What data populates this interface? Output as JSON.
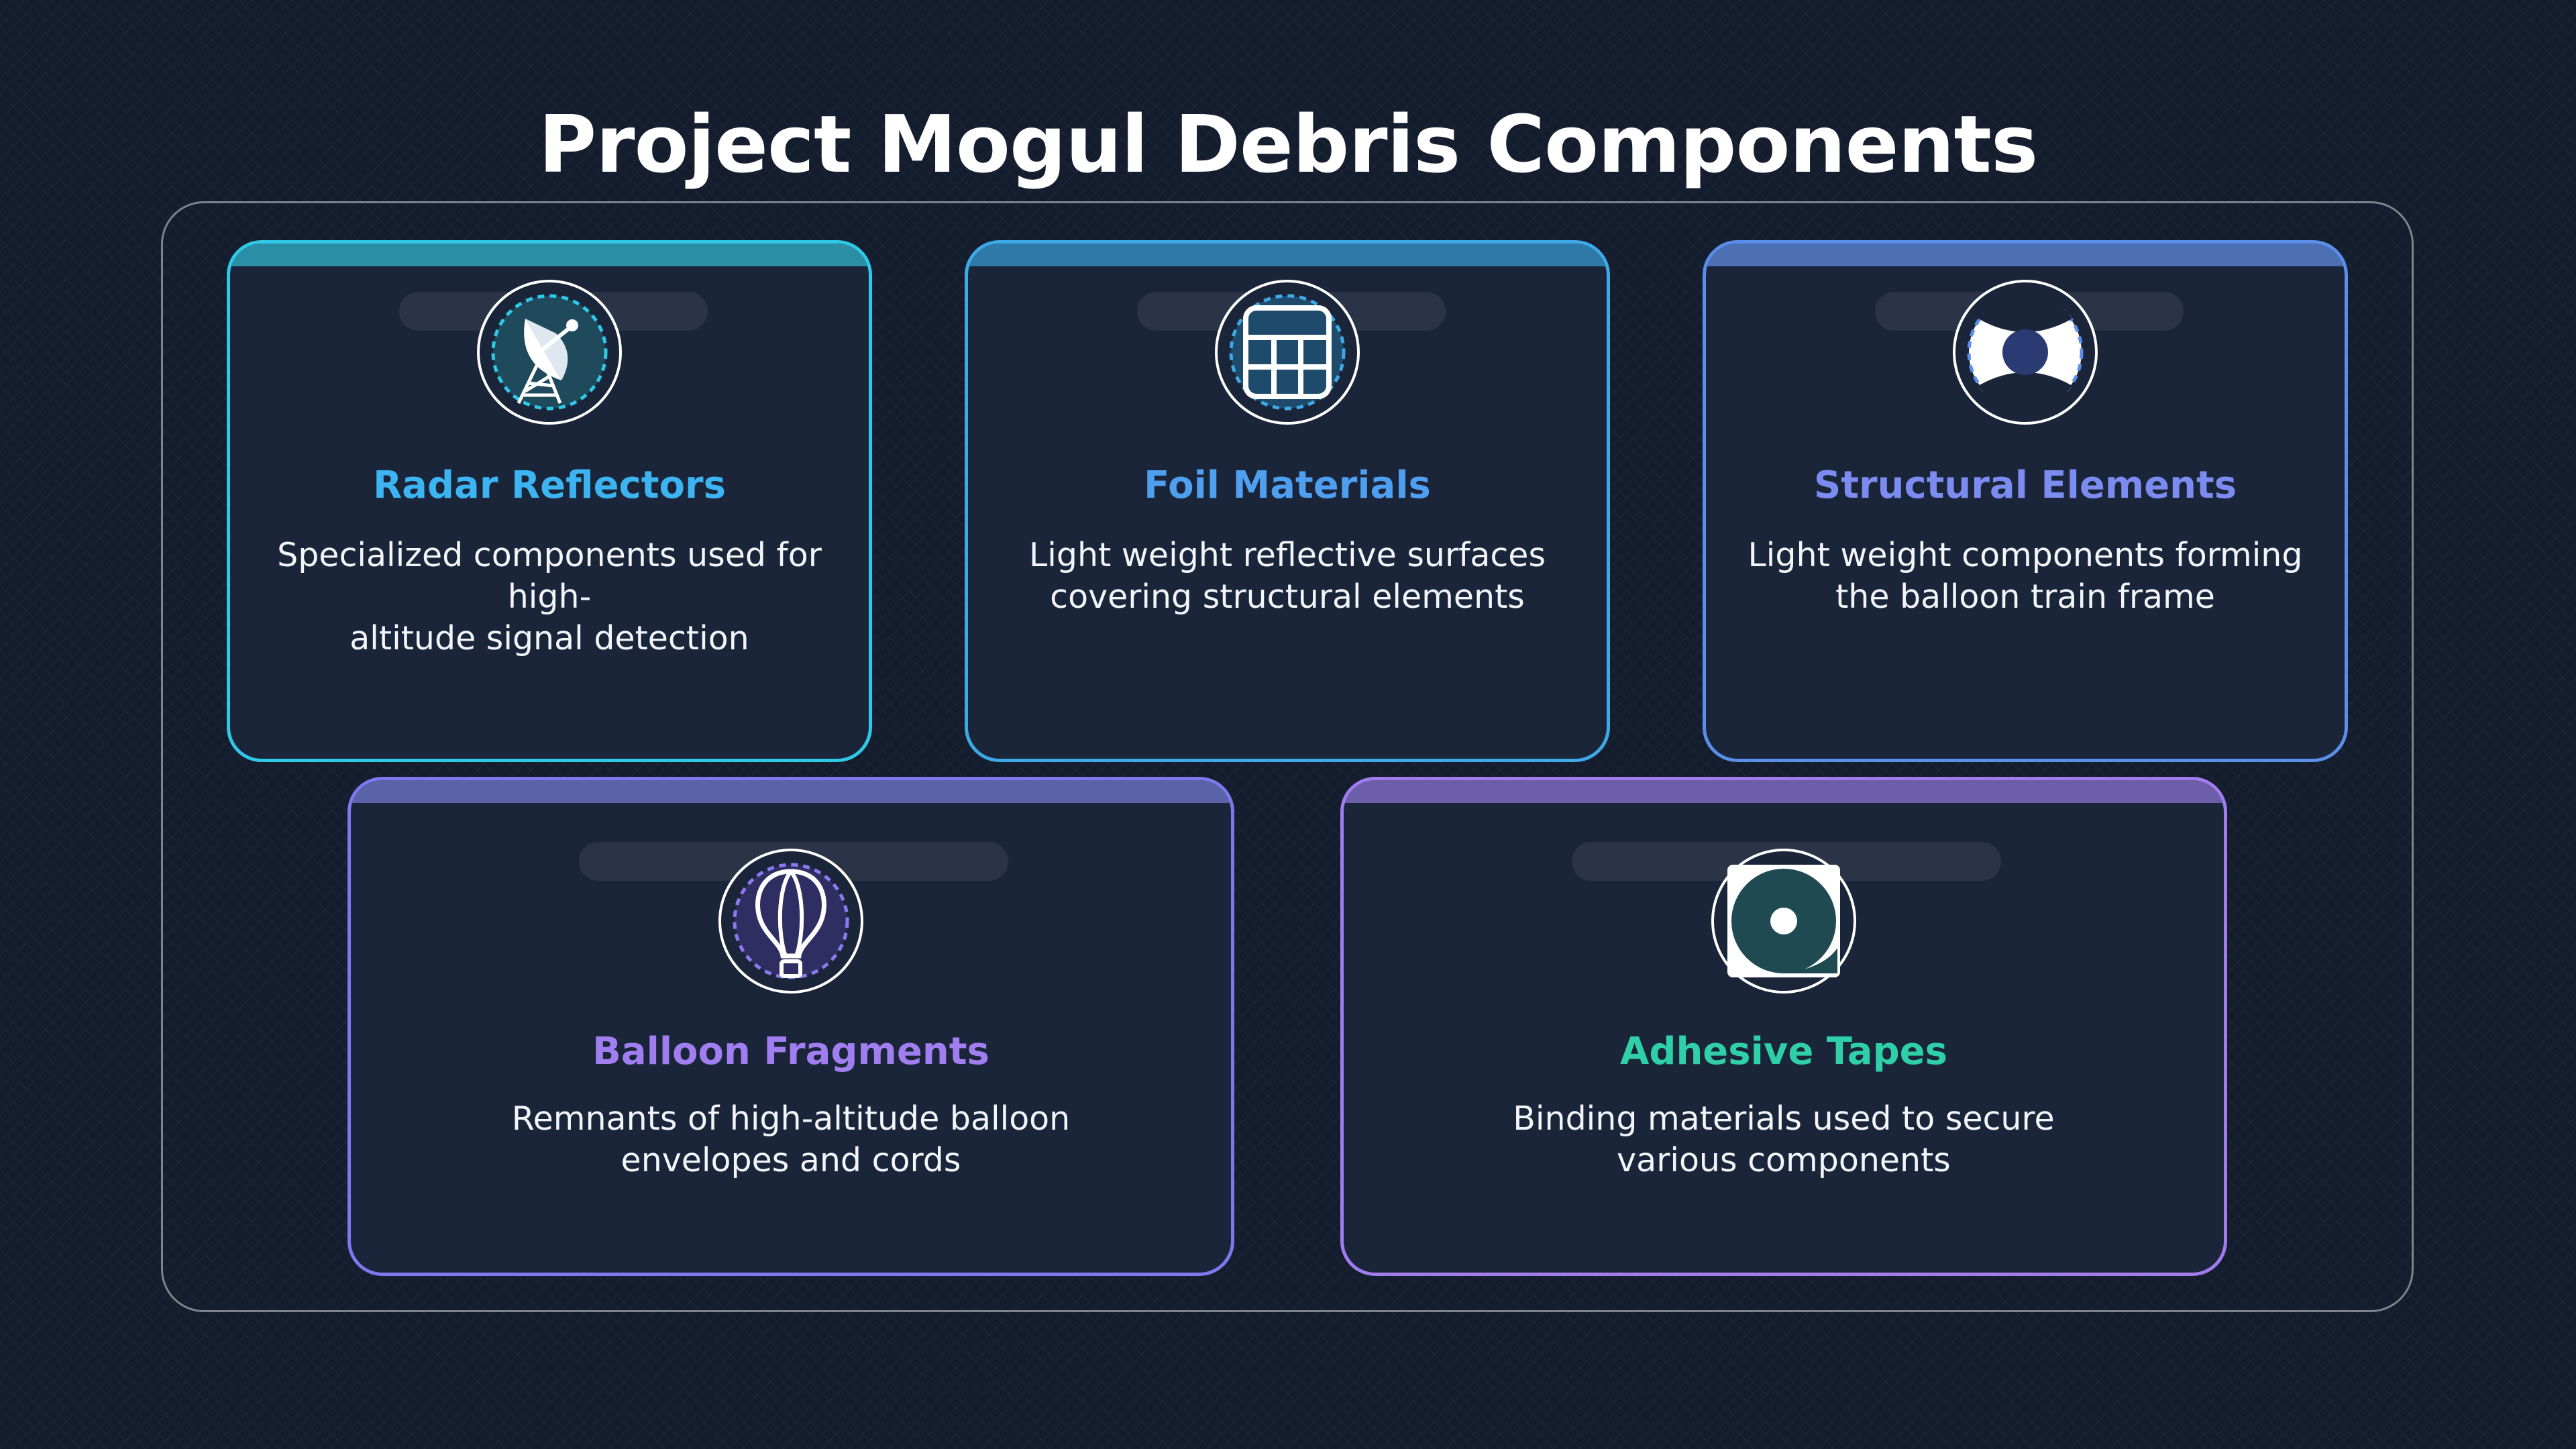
{
  "page": {
    "title": "Project Mogul Debris Components"
  },
  "cards": [
    {
      "title": "Radar Reflectors",
      "description_line1": "Specialized components used for high-",
      "description_line2": "altitude signal detection",
      "icon": "satellite-dish-icon",
      "accent": "#3db4f2"
    },
    {
      "title": "Foil Materials",
      "description_line1": "Light weight reflective surfaces",
      "description_line2": "covering structural elements",
      "icon": "grid-panel-icon",
      "accent": "#4f9ff0"
    },
    {
      "title": "Structural Elements",
      "description_line1": "Light weight components forming",
      "description_line2": "the balloon train frame",
      "icon": "ring-frame-icon",
      "accent": "#7b8bf0"
    },
    {
      "title": "Balloon Fragments",
      "description_line1": "Remnants of high-altitude balloon",
      "description_line2": "envelopes and cords",
      "icon": "hot-air-balloon-icon",
      "accent": "#a07ef0"
    },
    {
      "title": "Adhesive Tapes",
      "description_line1": "Binding materials used to secure",
      "description_line2": "various components",
      "icon": "tape-roll-icon",
      "accent": "#2fcfa8"
    }
  ]
}
